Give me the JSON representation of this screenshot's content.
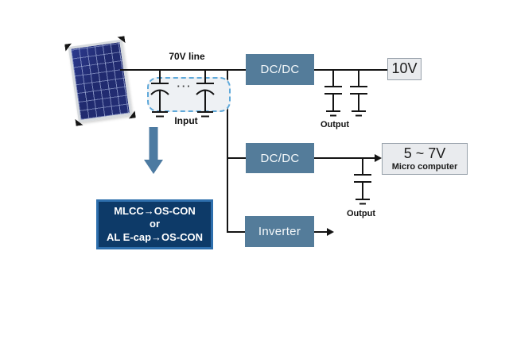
{
  "colors": {
    "wire": "#141414",
    "block-blue": "#547c9a",
    "rail-fill": "#e9ebee",
    "rail-border": "#97a1aa",
    "callout-navy": "#0d3a68",
    "callout-border": "#2e6fad",
    "dashed-border": "#5fa9da",
    "dashed-fill": "#eef1f4",
    "arrow-blue": "#4c7aa1",
    "panel-navy": "#232e76",
    "panel-frame": "#d6dade"
  },
  "diagram": {
    "line_label": "70V line",
    "input": {
      "label": "Input",
      "dots": "···"
    },
    "blocks": {
      "dcdc_top": "DC/DC",
      "dcdc_mid": "DC/DC",
      "inverter": "Inverter"
    },
    "rails": {
      "v10": "10V",
      "v57": "5 ~ 7V",
      "v57_device": "Micro computer"
    },
    "output_top": "Output",
    "output_mid": "Output",
    "callout": {
      "line1": "MLCC→OS-CON",
      "line2": "or",
      "line3": "AL E-cap→OS-CON"
    }
  }
}
